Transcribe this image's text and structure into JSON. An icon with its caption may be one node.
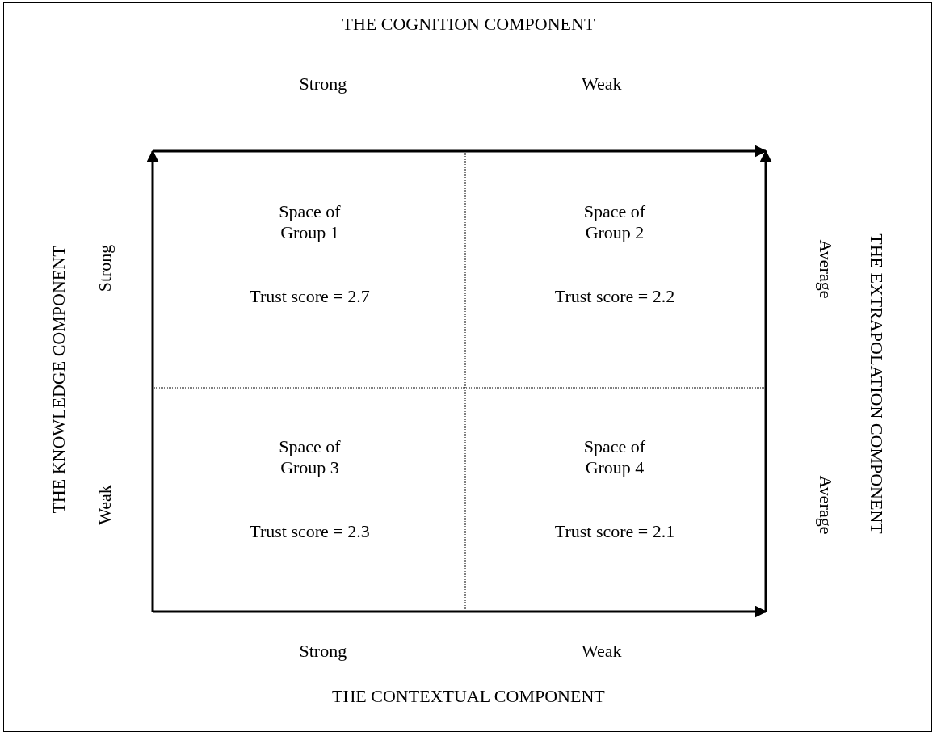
{
  "diagram": {
    "nodes": [
      {
        "text": [
          "Space of Group 1",
          "Trust score = 2.7"
        ]
      },
      {
        "text": [
          "Space of Group 2",
          "Trust score = 2.2"
        ]
      },
      {
        "text": [
          "Space of Group 3",
          "Trust score = 2.3"
        ]
      },
      {
        "text": [
          "Space of Group 4",
          "Trust score = 2.1"
        ]
      }
    ],
    "labels": [
      "THE COGNITION COMPONENT",
      "Strong",
      "Weak",
      "THE KNOWLEDGE COMPONENT",
      "Strong",
      "Weak",
      "THE EXTRAPOLATION COMPONENT",
      "Average",
      "Average",
      "Strong",
      "Weak",
      "THE CONTEXTUAL COMPONENT"
    ]
  }
}
